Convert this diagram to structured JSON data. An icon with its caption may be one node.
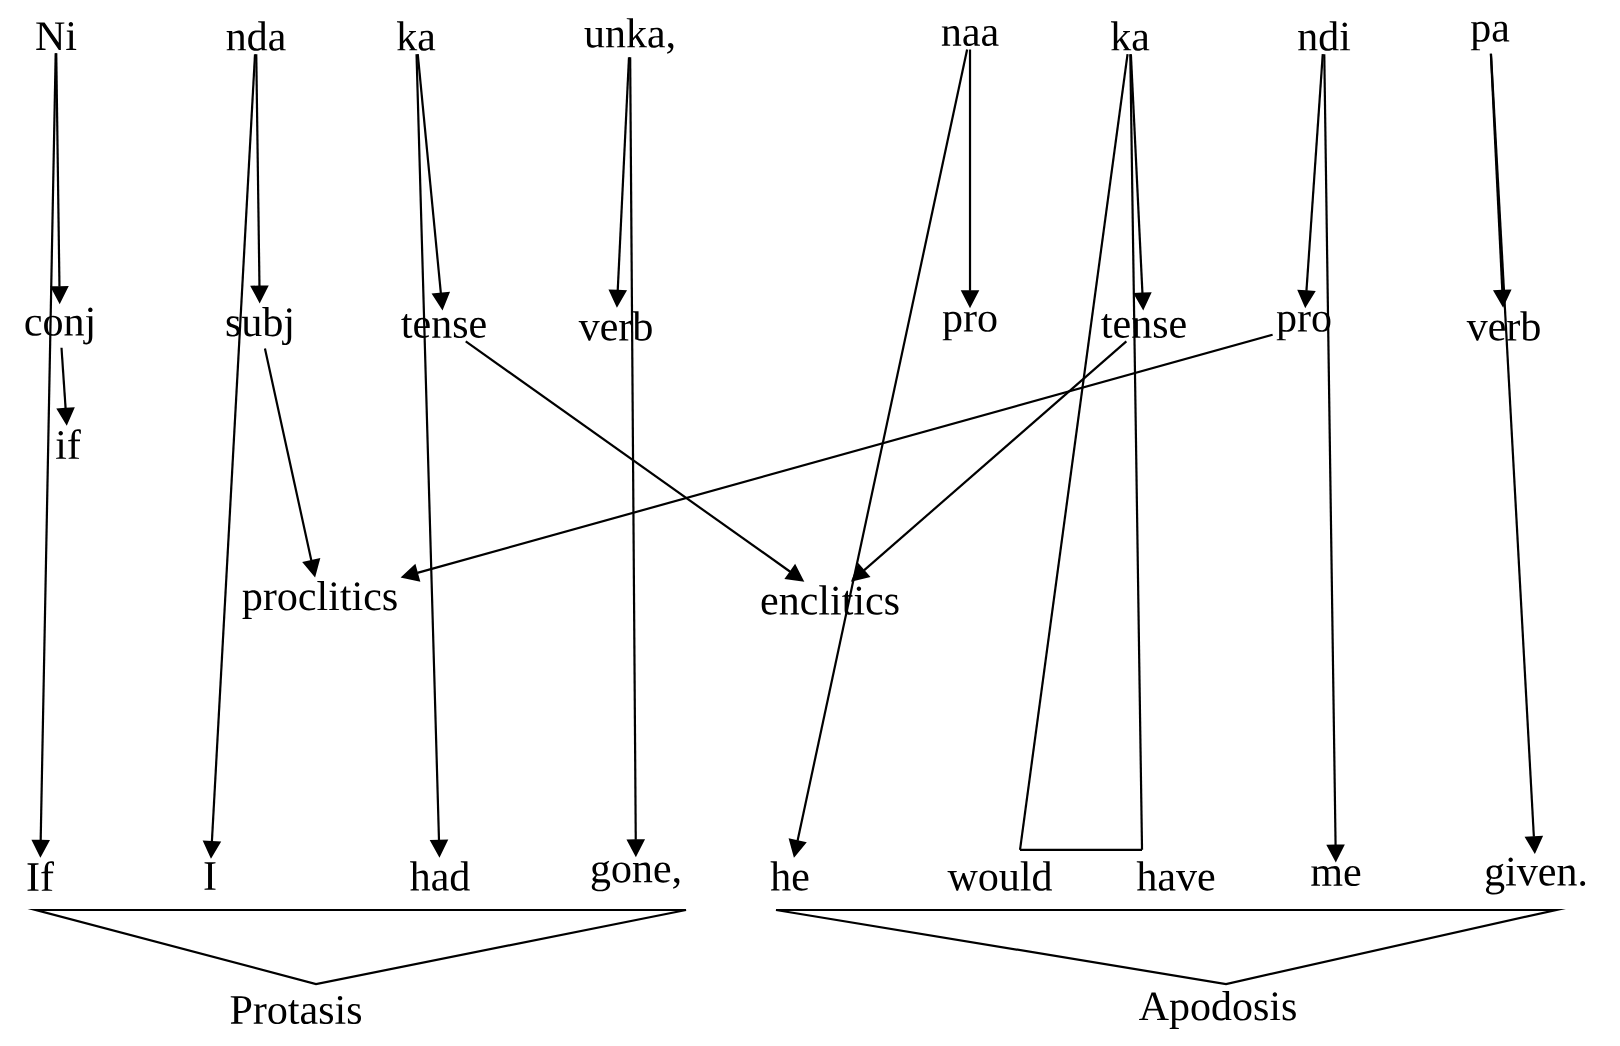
{
  "diagram": {
    "nodes": [
      {
        "text": [
          "Ni"
        ]
      },
      {
        "text": [
          "nda"
        ]
      },
      {
        "text": [
          "ka"
        ]
      },
      {
        "text": [
          "unka,"
        ]
      },
      {
        "text": [
          "naa"
        ]
      },
      {
        "text": [
          "ka"
        ]
      },
      {
        "text": [
          "ndi"
        ]
      },
      {
        "text": [
          "pa"
        ]
      },
      {
        "text": [
          "conj"
        ]
      },
      {
        "text": [
          "subj"
        ]
      },
      {
        "text": [
          "tense"
        ]
      },
      {
        "text": [
          "verb"
        ]
      },
      {
        "text": [
          "pro"
        ]
      },
      {
        "text": [
          "tense"
        ]
      },
      {
        "text": [
          "pro"
        ]
      },
      {
        "text": [
          "verb"
        ]
      },
      {
        "text": [
          "if"
        ]
      },
      {
        "text": [
          "proclitics"
        ]
      },
      {
        "text": [
          "enclitics"
        ]
      },
      {
        "text": [
          "If"
        ]
      },
      {
        "text": [
          "I"
        ]
      },
      {
        "text": [
          "had"
        ]
      },
      {
        "text": [
          "gone,"
        ]
      },
      {
        "text": [
          "he"
        ]
      },
      {
        "text": [
          "would"
        ]
      },
      {
        "text": [
          "have"
        ]
      },
      {
        "text": [
          "me"
        ]
      },
      {
        "text": [
          "given."
        ]
      }
    ],
    "edges": [
      {
        "from": 0,
        "to": 8,
        "arrow": "to"
      },
      {
        "from": 0,
        "to": 19,
        "arrow": "to"
      },
      {
        "from": 1,
        "to": 9,
        "arrow": "to"
      },
      {
        "from": 1,
        "to": 20,
        "arrow": "to"
      },
      {
        "from": 2,
        "to": 10,
        "arrow": "to"
      },
      {
        "from": 2,
        "to": 21,
        "arrow": "to"
      },
      {
        "from": 3,
        "to": 11,
        "arrow": "to"
      },
      {
        "from": 3,
        "to": 22,
        "arrow": "to"
      },
      {
        "from": 4,
        "to": 12,
        "arrow": "to"
      },
      {
        "from": 4,
        "to": 23,
        "arrow": "to"
      },
      {
        "from": 5,
        "to": 13,
        "arrow": "to"
      },
      {
        "from": 5,
        "to": 24,
        "arrow": "none"
      },
      {
        "from": 5,
        "to": 25,
        "arrow": "none"
      },
      {
        "from": 6,
        "to": 14,
        "arrow": "to"
      },
      {
        "from": 6,
        "to": 26,
        "arrow": "to"
      },
      {
        "from": 7,
        "to": 15,
        "arrow": "to"
      },
      {
        "from": 7,
        "to": 27,
        "arrow": "to"
      },
      {
        "from": 8,
        "to": 16,
        "arrow": "to"
      },
      {
        "from": 9,
        "to": 17,
        "arrow": "to"
      },
      {
        "from": 14,
        "to": 17,
        "arrow": "to"
      },
      {
        "from": 10,
        "to": 18,
        "arrow": "to"
      },
      {
        "from": 13,
        "to": 18,
        "arrow": "to"
      }
    ],
    "labels": [
      "Protasis",
      "Apodosis"
    ]
  }
}
